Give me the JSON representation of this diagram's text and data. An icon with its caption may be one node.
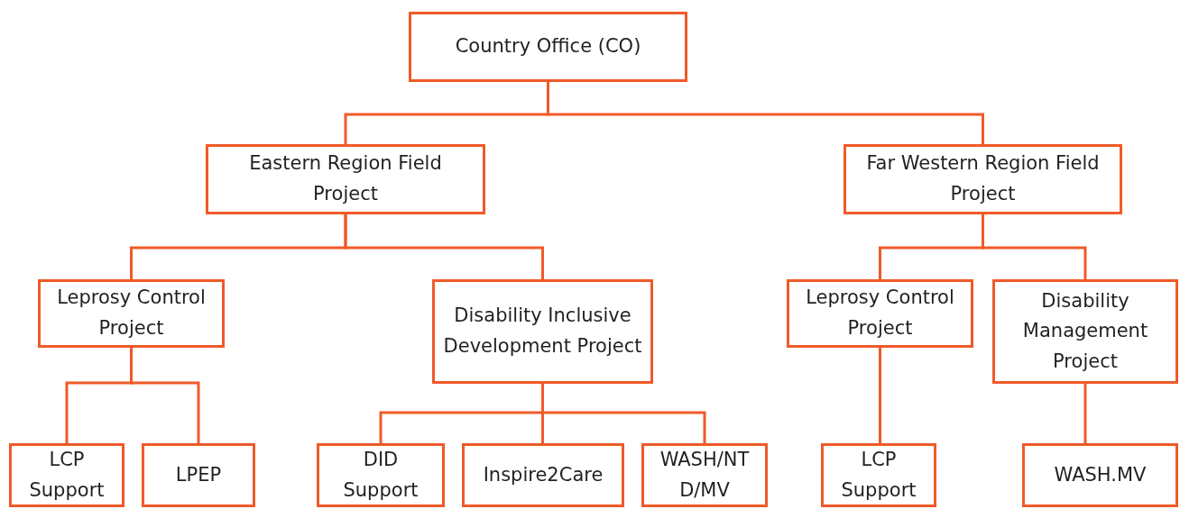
{
  "diagram": {
    "nodes": [
      {
        "text": [
          "Country Office (CO)"
        ]
      },
      {
        "text": [
          "Eastern Region Field Project"
        ]
      },
      {
        "text": [
          "Far Western Region Field Project"
        ]
      },
      {
        "text": [
          "Leprosy Control Project"
        ]
      },
      {
        "text": [
          "Disability Inclusive Development Project"
        ]
      },
      {
        "text": [
          "Leprosy Control Project"
        ]
      },
      {
        "text": [
          "Disability Management Project"
        ]
      },
      {
        "text": [
          "LCP Support"
        ]
      },
      {
        "text": [
          "LPEP"
        ]
      },
      {
        "text": [
          "DID Support"
        ]
      },
      {
        "text": [
          "Inspire2Care"
        ]
      },
      {
        "text": [
          "WASH/NTD/MV"
        ]
      },
      {
        "text": [
          "LCP Support"
        ]
      },
      {
        "text": [
          "WASH.MV"
        ]
      }
    ],
    "edges": [
      {
        "from": 0,
        "to": 1,
        "arrow": "none"
      },
      {
        "from": 0,
        "to": 2,
        "arrow": "none"
      },
      {
        "from": 1,
        "to": 3,
        "arrow": "none"
      },
      {
        "from": 1,
        "to": 4,
        "arrow": "none"
      },
      {
        "from": 2,
        "to": 5,
        "arrow": "none"
      },
      {
        "from": 2,
        "to": 6,
        "arrow": "none"
      },
      {
        "from": 3,
        "to": 7,
        "arrow": "none"
      },
      {
        "from": 3,
        "to": 8,
        "arrow": "none"
      },
      {
        "from": 4,
        "to": 9,
        "arrow": "none"
      },
      {
        "from": 4,
        "to": 10,
        "arrow": "none"
      },
      {
        "from": 4,
        "to": 11,
        "arrow": "none"
      },
      {
        "from": 5,
        "to": 12,
        "arrow": "none"
      },
      {
        "from": 6,
        "to": 13,
        "arrow": "none"
      }
    ]
  }
}
